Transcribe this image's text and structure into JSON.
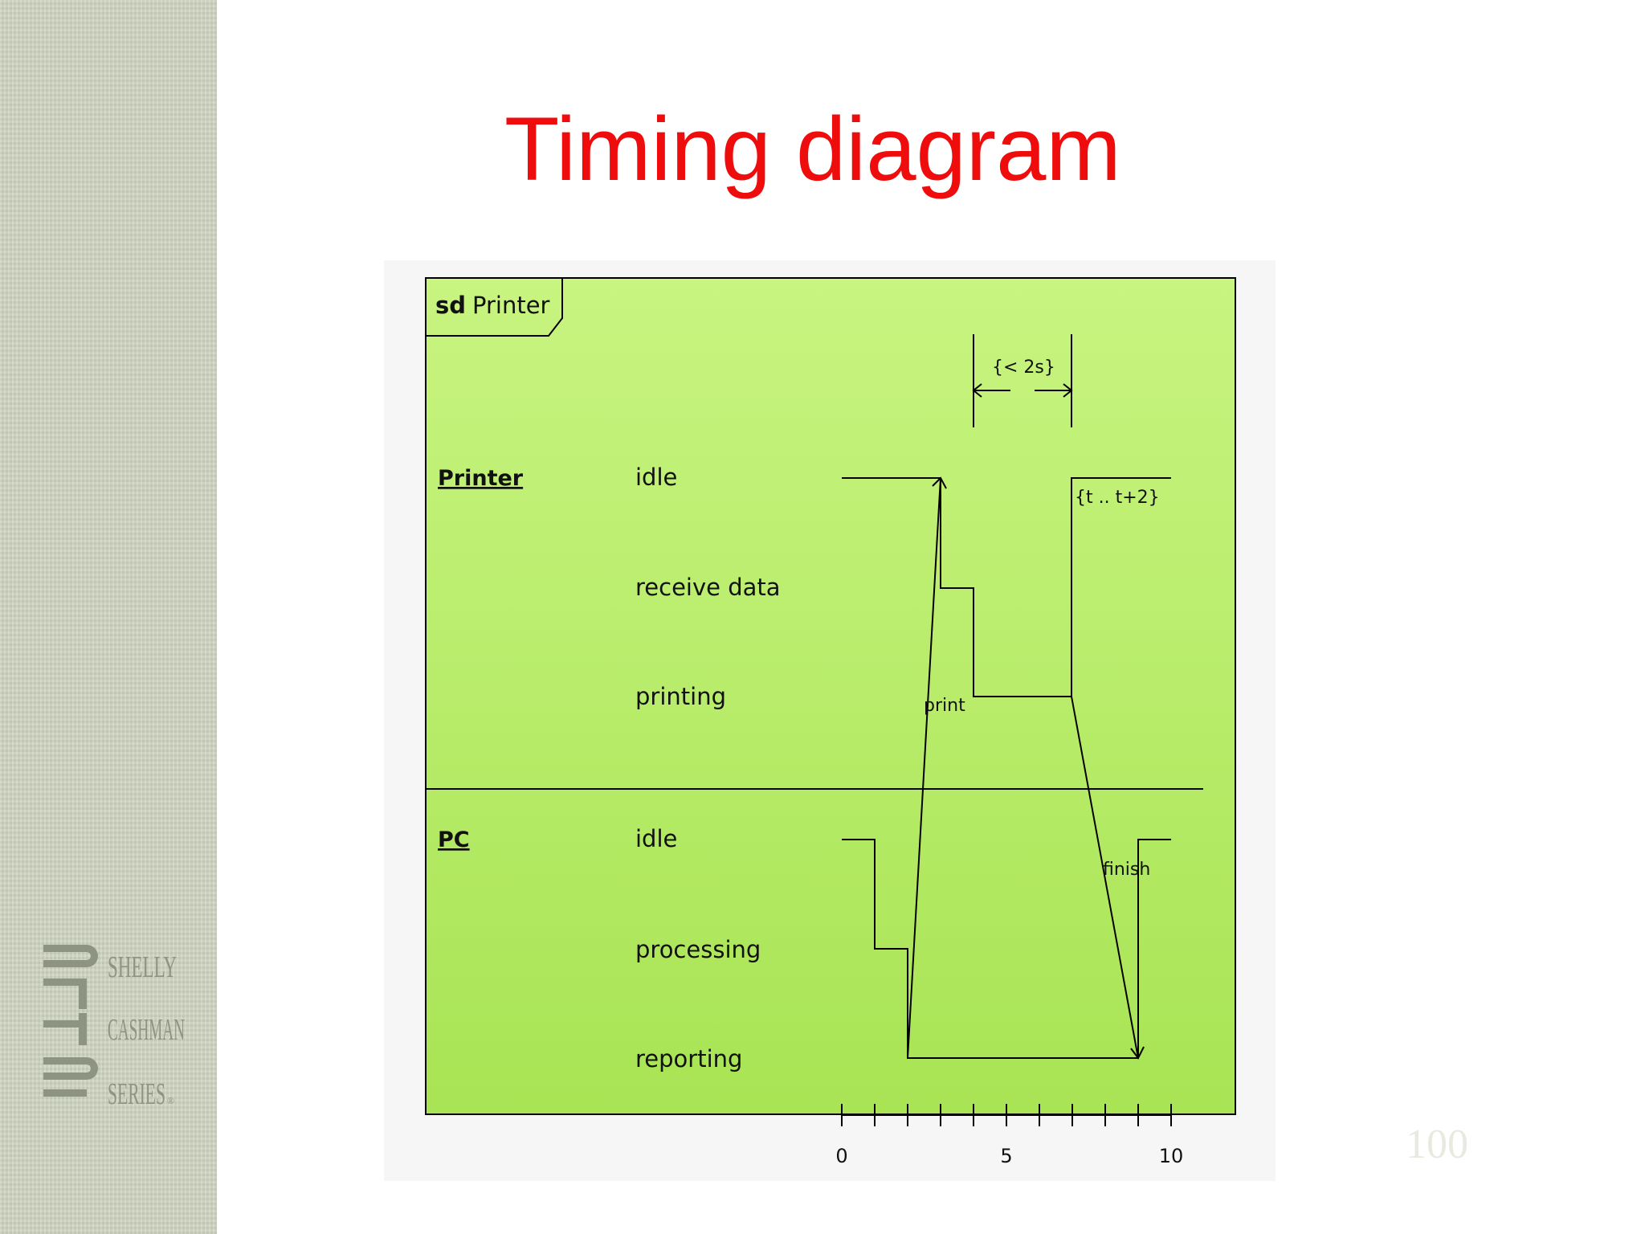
{
  "slide": {
    "title": "Timing diagram",
    "page_number": "100"
  },
  "brand": {
    "line1": "SHELLY",
    "line2": "CASHMAN",
    "line3": "SERIES",
    "mark": "®"
  },
  "frame": {
    "keyword": "sd",
    "name": "Printer"
  },
  "lifelines": {
    "printer": {
      "name": "Printer",
      "states": [
        "idle",
        "receive data",
        "printing"
      ]
    },
    "pc": {
      "name": "PC",
      "states": [
        "idle",
        "processing",
        "reporting"
      ]
    }
  },
  "constraints": {
    "duration": "{< 2s}",
    "interval": "{t .. t+2}"
  },
  "messages": {
    "print": "print",
    "finish": "finish"
  },
  "time_axis": {
    "ticks": [
      0,
      1,
      2,
      3,
      4,
      5,
      6,
      7,
      8,
      9,
      10
    ],
    "labels": [
      "0",
      "5",
      "10"
    ]
  },
  "colors": {
    "title": "#ee0c0c",
    "diagram_fill_top": "#c8f480",
    "diagram_fill_bottom": "#a8e454",
    "lines": "#000000"
  }
}
